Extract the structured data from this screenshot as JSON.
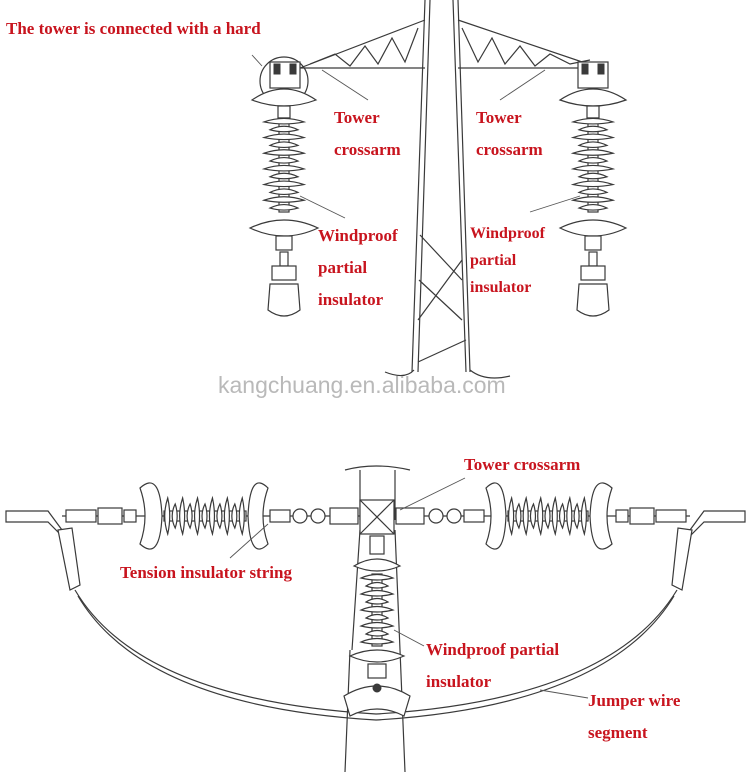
{
  "labels": {
    "tower_hard_connection": "The tower is connected with a hard",
    "tower_crossarm_left": "Tower\ncrossarm",
    "tower_crossarm_right": "Tower\ncrossarm",
    "windproof_left": "Windproof\npartial\ninsulator",
    "windproof_right": "Windproof\npartial\ninsulator",
    "tower_crossarm_bottom": "Tower crossarm",
    "tension_insulator_string": "Tension insulator string",
    "windproof_bottom": "Windproof partial\ninsulator",
    "jumper_wire": "Jumper wire\nsegment"
  },
  "watermark": "kangchuang.en.alibaba.com",
  "colors": {
    "label": "#c8141e",
    "line": "#3a3a3a",
    "watermark": "#b9b9b9"
  }
}
